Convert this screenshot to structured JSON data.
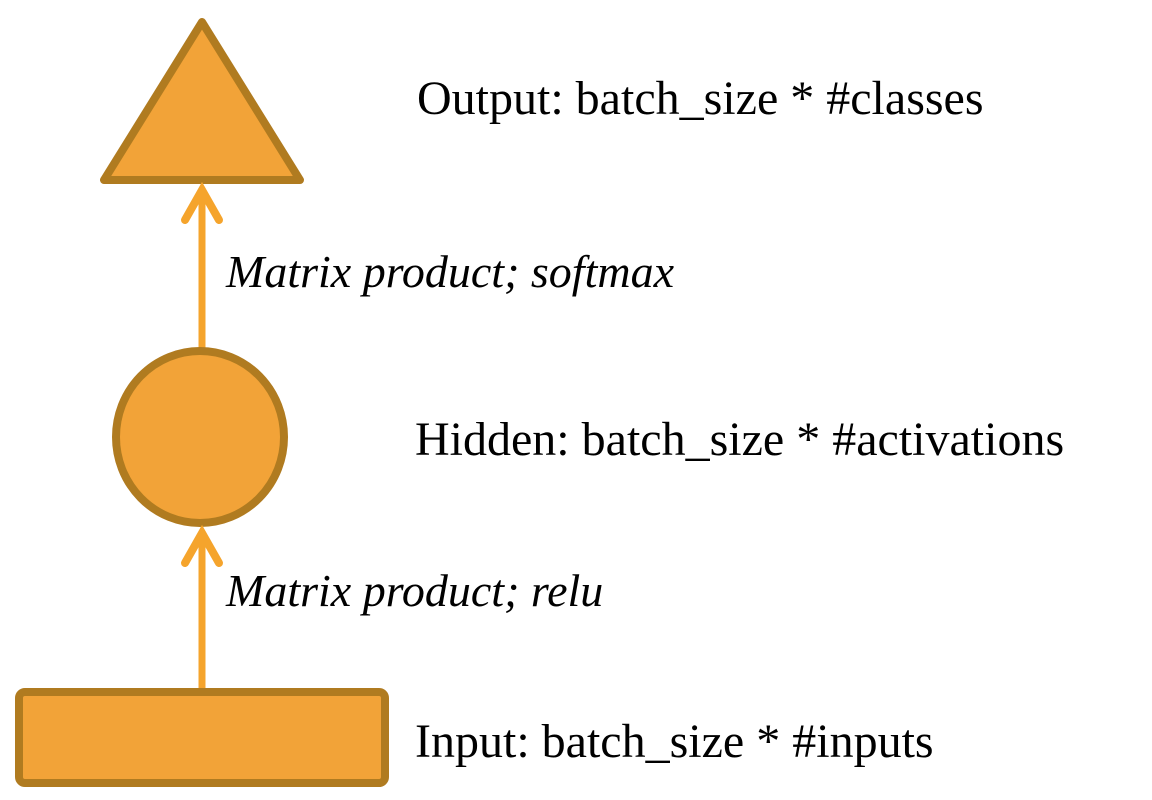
{
  "figure": {
    "type": "neural-network-layer-diagram",
    "background": "#ffffff",
    "colors": {
      "shape_fill": "#F2A338",
      "shape_stroke": "#B07B20",
      "arrow": "#F5A42C",
      "text": "#000000"
    },
    "nodes": [
      {
        "id": "output",
        "shape": "triangle",
        "label": "Output: batch_size * #classes"
      },
      {
        "id": "hidden",
        "shape": "circle",
        "label": "Hidden: batch_size * #activations"
      },
      {
        "id": "input",
        "shape": "rectangle",
        "label": "Input: batch_size * #inputs"
      }
    ],
    "edges": [
      {
        "from": "hidden",
        "to": "output",
        "label": "Matrix product; softmax"
      },
      {
        "from": "input",
        "to": "hidden",
        "label": "Matrix product; relu"
      }
    ]
  }
}
